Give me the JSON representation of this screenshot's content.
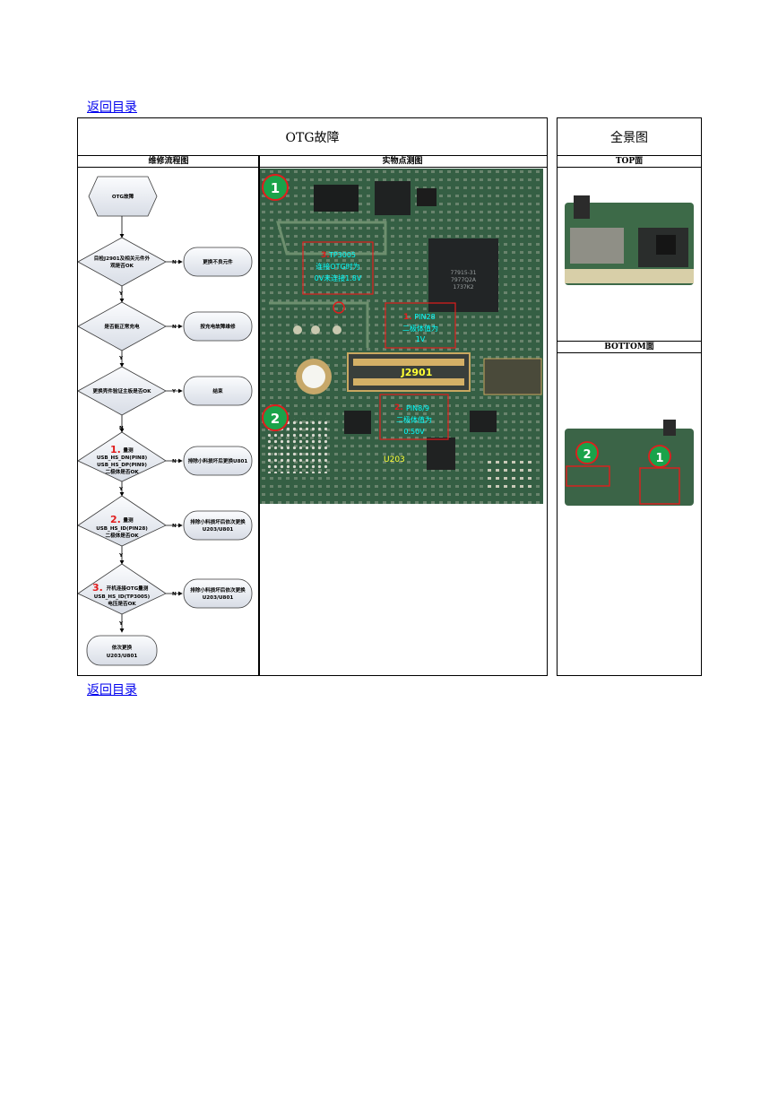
{
  "toc_link": "返回目录",
  "main_title": "OTG故障",
  "overview_title": "全景图",
  "flow_header": "维修流程图",
  "photo_header": "实物点测图",
  "top_header": "TOP面",
  "bottom_header": "BOTTOM面",
  "flow": {
    "start": "OTG故障",
    "d1": [
      "目检J2901及相关元件外",
      "观是否OK"
    ],
    "a1": "更换不良元件",
    "d2": "是否能正常充电",
    "a2": "按充电故障维修",
    "d3": "更换壳件验证主板是否OK",
    "a3": "结束",
    "d4_num": "1.",
    "d4": [
      "量测",
      "USB_HS_DN(PIN8)",
      "USB_HS_DP(PIN9)",
      "二极体是否OK"
    ],
    "a4": "排除小料损坏后更换U801",
    "d5_num": "2.",
    "d5": [
      "量测",
      "USB_HS_ID(PIN28)",
      "二极体是否OK"
    ],
    "a5": [
      "排除小料损坏后依次更换",
      "U203/U801"
    ],
    "d6_num": "3.",
    "d6": [
      "开机连接OTG量测",
      "USB_HS_ID(TP3005)",
      "电压是否OK"
    ],
    "a6": [
      "排除小料损坏后依次更换",
      "U203/U801"
    ],
    "end": [
      "依次更换",
      "U203/U801"
    ],
    "yes": "Y",
    "no": "N"
  },
  "photo": {
    "marker1": "1",
    "marker2": "2",
    "n3": "3.",
    "tp_lines": [
      "TP3005",
      "连接OTG时为",
      "0V未连接1.8V"
    ],
    "n1": "1.",
    "pin28_lines": [
      "PIN28",
      "二极体值为",
      "1V"
    ],
    "n2": "2.",
    "pin89_lines": [
      "PIN8/9",
      "二极体值为",
      "0.50V"
    ],
    "connector": "J2901",
    "chip_label": "U203",
    "chip_text": [
      "77915-31",
      "7977Q2A",
      "1737K2"
    ]
  },
  "bottom_markers": [
    "2",
    "1"
  ],
  "colors": {
    "pcb": "#2f5a3c",
    "marker_green": "#1aa34a",
    "marker_red": "#e11d1d",
    "anno_cyan": "#00ffff",
    "link": "#0000ee"
  }
}
